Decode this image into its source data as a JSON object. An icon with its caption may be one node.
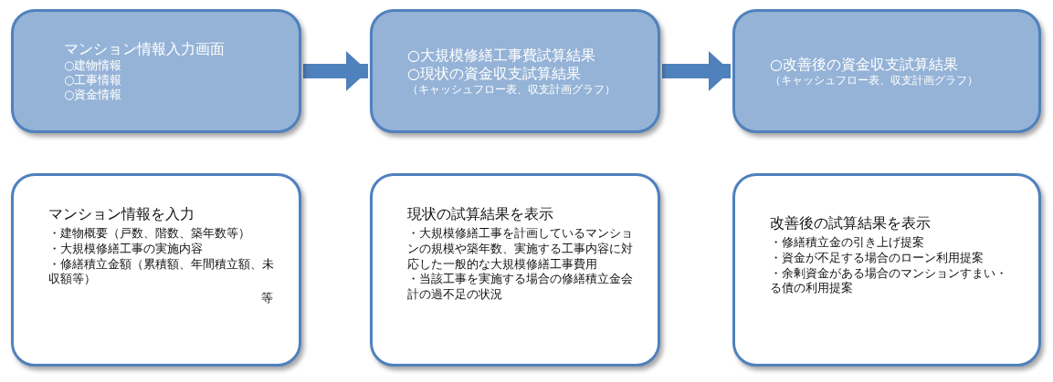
{
  "diagram": {
    "nodes": [
      {
        "text": [
          "マンション情報入力画面",
          "○建物情報",
          "○工事情報",
          "○資金情報"
        ]
      },
      {
        "text": [
          "○大規模修繕工事費試算結果",
          "○現状の資金収支試算結果",
          "（キャッシュフロー表、収支計画グラフ）"
        ]
      },
      {
        "text": [
          "○改善後の資金収支試算結果",
          "（キャッシュフロー表、収支計画グラフ）"
        ]
      },
      {
        "text": [
          "マンション情報を入力",
          "・建物概要（戸数、階数、築年数等）",
          "・大規模修繕工事の実施内容",
          "・修繕積立金額（累積額、年間積立額、未収額等）",
          "等"
        ]
      },
      {
        "text": [
          "現状の試算結果を表示",
          "・大規模修繕工事を計画しているマンションの規模や築年数、実施する工事内容に対応した一般的な大規模修繕工事費用",
          "・当該工事を実施する場合の修繕積立金会計の過不足の状況"
        ]
      },
      {
        "text": [
          "改善後の試算結果を表示",
          "・修繕積立金の引き上げ提案",
          "・資金が不足する場合のローン利用提案",
          "・余剰資金がある場合のマンションすまい・る債の利用提案"
        ]
      }
    ],
    "edges": [
      {
        "from": 0,
        "to": 1,
        "arrow": "to"
      },
      {
        "from": 1,
        "to": 2,
        "arrow": "to"
      }
    ]
  }
}
